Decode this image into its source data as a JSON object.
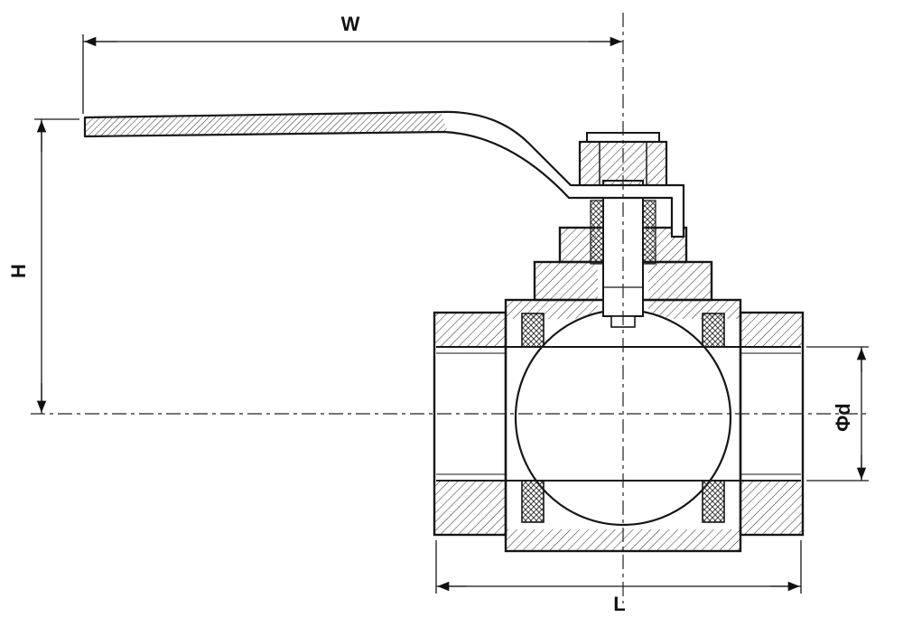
{
  "page": {
    "background": "#ffffff"
  },
  "diagram": {
    "type": "technical-drawing",
    "subject": "Two-piece ball valve cross-section with lever handle",
    "line_color": "#161616",
    "labels": {
      "overall_width": "W",
      "overall_height": "H",
      "face_to_face_length": "L",
      "bore_diameter": "Φd"
    }
  }
}
